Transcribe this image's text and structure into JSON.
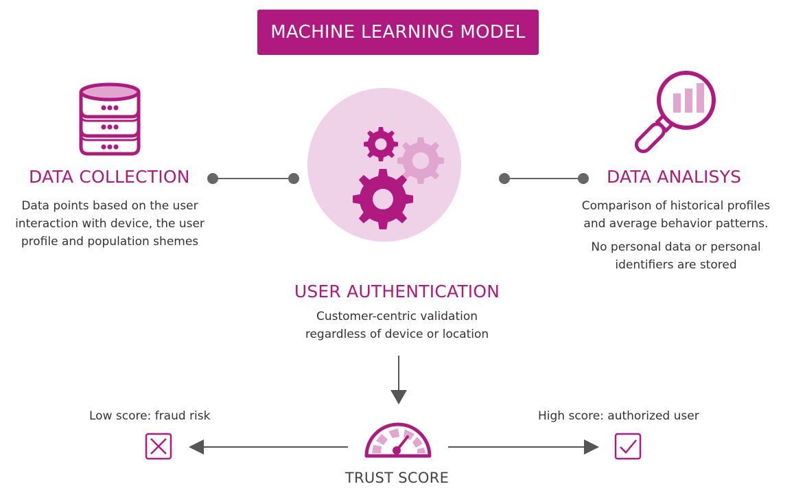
{
  "title": "MACHINE LEARNING MODEL",
  "colors": {
    "accent": "#b0197f",
    "accent_light": "#e0a6cf",
    "circle_bg": "#f0d2e8",
    "connector": "#666666"
  },
  "data_collection": {
    "icon": "database-icon",
    "heading": "DATA COLLECTION",
    "lines": [
      "Data points based on the user",
      "interaction with device, the user",
      "profile and population shemes"
    ]
  },
  "user_authentication": {
    "icon": "gears-icon",
    "heading": "USER AUTHENTICATION",
    "lines": [
      "Customer-centric validation",
      "regardless of device or location"
    ]
  },
  "data_analysis": {
    "icon": "magnifier-chart-icon",
    "heading": "DATA ANALISYS",
    "lines": [
      "Comparison of historical profiles",
      "and average behavior patterns."
    ],
    "note_lines": [
      "No personal data or personal",
      "identifiers are stored"
    ]
  },
  "trust_score": {
    "icon": "gauge-icon",
    "label": "TRUST SCORE",
    "low": {
      "label": "Low score: fraud risk",
      "icon": "x-box-icon"
    },
    "high": {
      "label": "High score: authorized user",
      "icon": "check-box-icon"
    }
  }
}
